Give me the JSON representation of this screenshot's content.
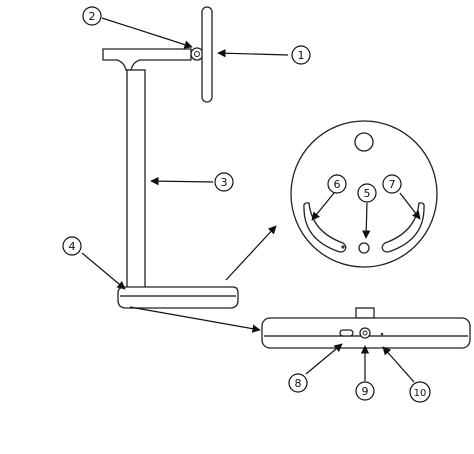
{
  "callouts": [
    {
      "id": 1,
      "label": "1"
    },
    {
      "id": 2,
      "label": "2"
    },
    {
      "id": 3,
      "label": "3"
    },
    {
      "id": 4,
      "label": "4"
    },
    {
      "id": 5,
      "label": "5"
    },
    {
      "id": 6,
      "label": "6"
    },
    {
      "id": 7,
      "label": "7"
    },
    {
      "id": 8,
      "label": "8"
    },
    {
      "id": 9,
      "label": "9"
    },
    {
      "id": 10,
      "label": "10"
    }
  ]
}
